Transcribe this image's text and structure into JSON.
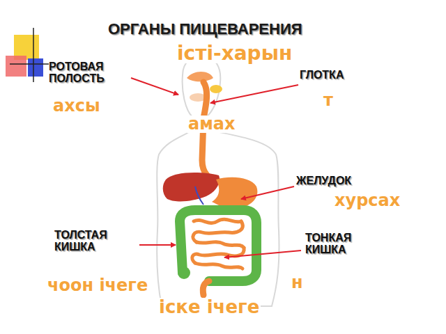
{
  "diagram": {
    "title": "ОРГАНЫ ПИЩЕВАРЕНИЯ",
    "labels": [
      "РОТОВАЯ ПОЛОСТЬ",
      "ГЛОТКА",
      "ЖЕЛУДОК",
      "ТОЛСТАЯ КИШКА",
      "ТОНКАЯ КИШКА",
      "істі-харын",
      "ахсы",
      "т",
      "амах",
      "хурсах",
      "н",
      "чоон ічеге",
      "іске ічеге"
    ]
  }
}
